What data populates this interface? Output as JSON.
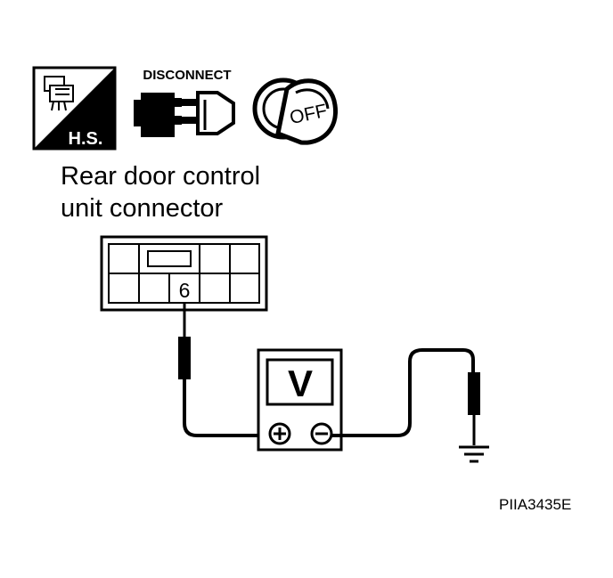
{
  "icons": {
    "hs_label": "H.S.",
    "disconnect_label": "DISCONNECT",
    "ignition_label": "OFF"
  },
  "title": {
    "line1": "Rear door control",
    "line2": "unit connector"
  },
  "connector": {
    "terminal": "6"
  },
  "meter": {
    "symbol": "V",
    "plus": "⊕",
    "minus": "⊖"
  },
  "figure_code": "PIIA3435E"
}
